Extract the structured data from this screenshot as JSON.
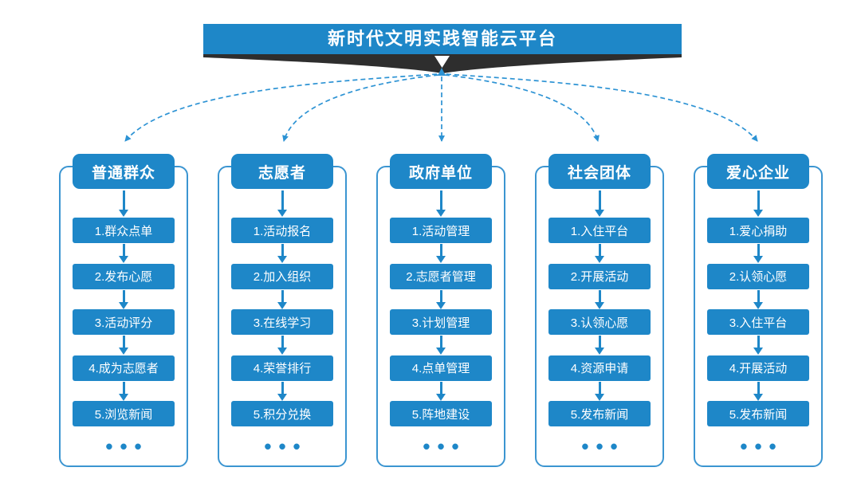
{
  "title": "新时代文明实践智能云平台",
  "colors": {
    "primary_blue": "#1e87c8",
    "outline_blue": "#3b95d1",
    "connector_blue": "#2d93d4",
    "ribbon_dark": "#2e2e2e",
    "text_on_blue": "#ffffff",
    "background": "#ffffff"
  },
  "columns": [
    {
      "header": "普通群众",
      "items": [
        "1.群众点单",
        "2.发布心愿",
        "3.活动评分",
        "4.成为志愿者",
        "5.浏览新闻"
      ],
      "more": "•••"
    },
    {
      "header": "志愿者",
      "items": [
        "1.活动报名",
        "2.加入组织",
        "3.在线学习",
        "4.荣誉排行",
        "5.积分兑换"
      ],
      "more": "•••"
    },
    {
      "header": "政府单位",
      "items": [
        "1.活动管理",
        "2.志愿者管理",
        "3.计划管理",
        "4.点单管理",
        "5.阵地建设"
      ],
      "more": "•••"
    },
    {
      "header": "社会团体",
      "items": [
        "1.入住平台",
        "2.开展活动",
        "3.认领心愿",
        "4.资源申请",
        "5.发布新闻"
      ],
      "more": "•••"
    },
    {
      "header": "爱心企业",
      "items": [
        "1.爱心捐助",
        "2.认领心愿",
        "3.入住平台",
        "4.开展活动",
        "5.发布新闻"
      ],
      "more": "•••"
    }
  ]
}
